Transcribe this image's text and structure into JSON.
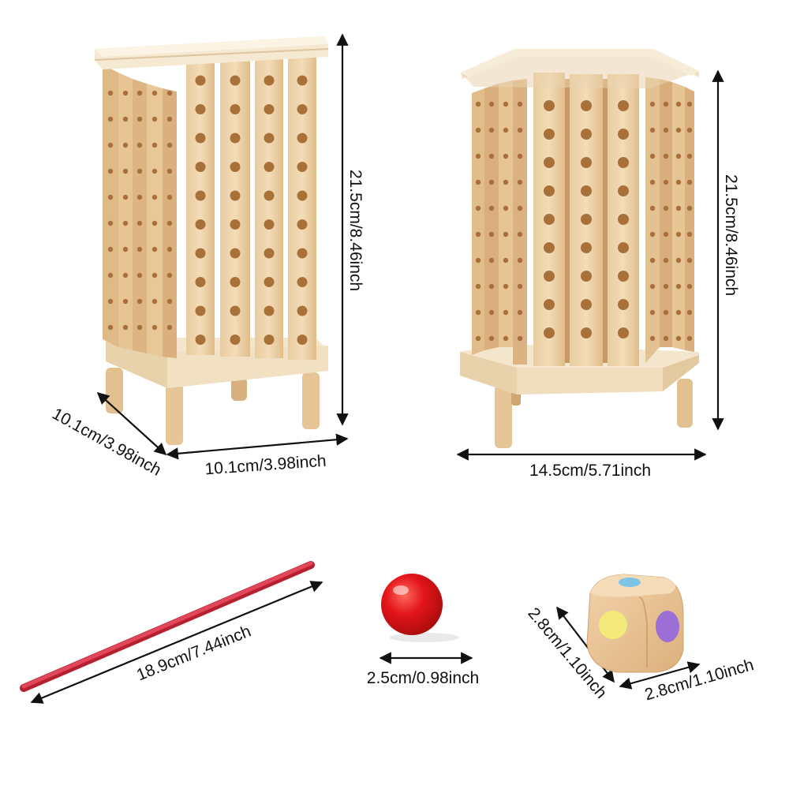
{
  "dimensions": {
    "square_height": "21.5cm/8.46inch",
    "square_depth": "10.1cm/3.98inch",
    "square_width": "10.1cm/3.98inch",
    "hex_height": "21.5cm/8.46inch",
    "hex_width": "14.5cm/5.71inch",
    "stick_length": "18.9cm/7.44inch",
    "ball_diameter": "2.5cm/0.98inch",
    "dice_depth": "2.8cm/1.10inch",
    "dice_width": "2.8cm/1.10inch"
  },
  "colors": {
    "wood_light": "#efd9b4",
    "wood_mid": "#e3c08f",
    "wood_dark": "#c99a64",
    "hole": "#a9713a",
    "plywood_edge": "#f3e6cc",
    "stick": "#d6344a",
    "ball": "#e01b1b",
    "dice_dot_blue": "#7ec4e4",
    "dice_dot_yellow": "#f3ea7a",
    "dice_dot_purple": "#9b6fd6"
  },
  "items": [
    "square-tower",
    "hexagonal-tower",
    "red-stick",
    "red-ball",
    "color-dice"
  ]
}
